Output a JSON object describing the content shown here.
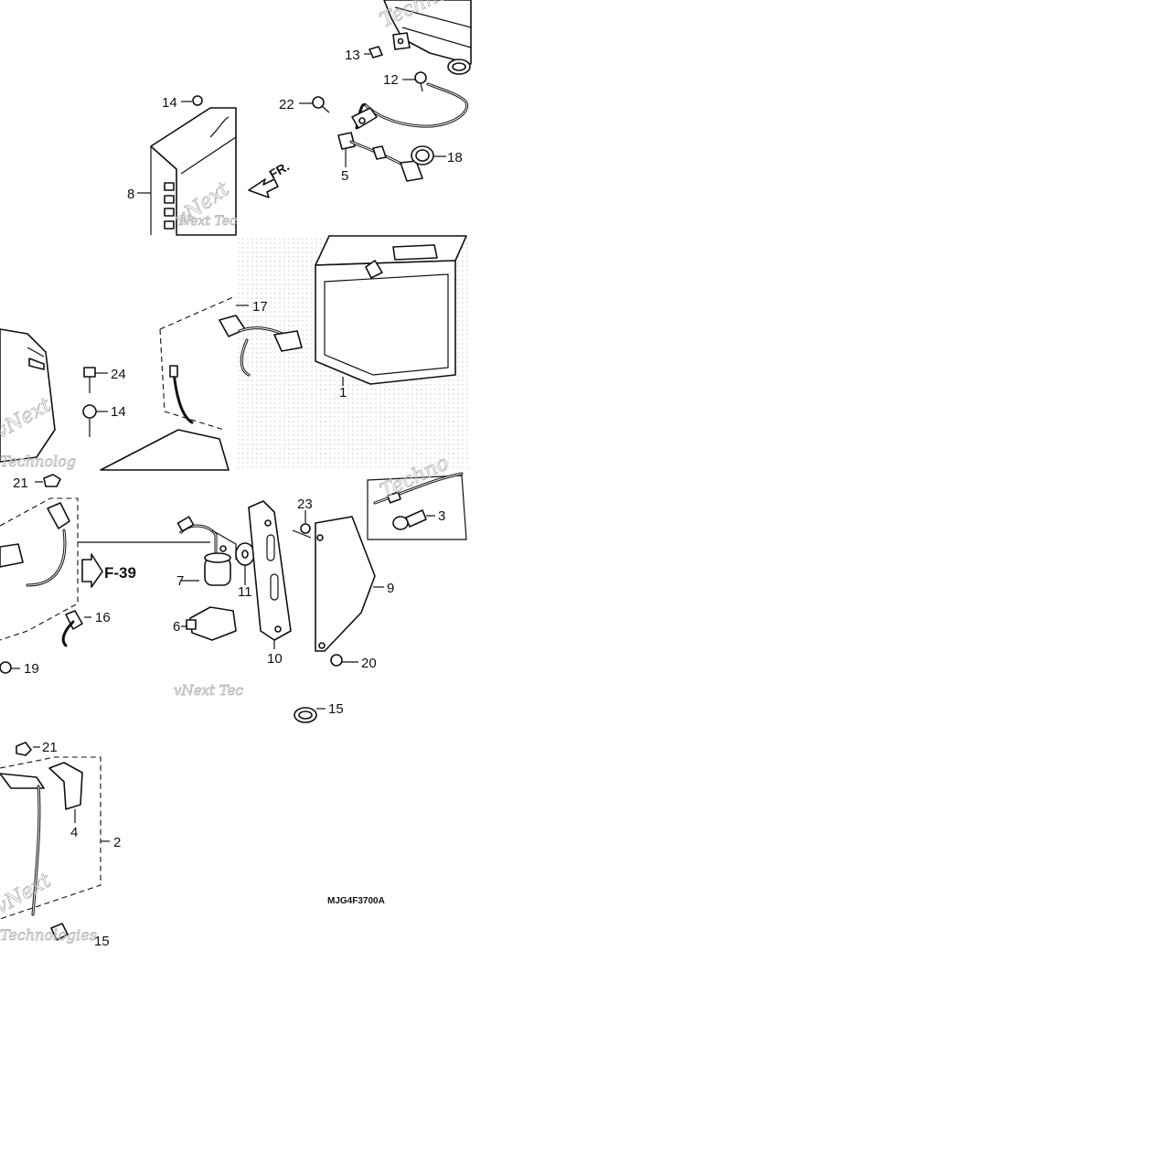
{
  "diagram": {
    "drawing_code": "MJG4F3700A",
    "front_marker": "FR.",
    "reference": "F-39",
    "watermark_texts": [
      "vNext",
      "Techno",
      "Technologies",
      "Next Tec",
      "Technolog",
      "vNext Tec"
    ],
    "callouts": [
      {
        "id": "c13",
        "label": "13"
      },
      {
        "id": "c12",
        "label": "12"
      },
      {
        "id": "c14a",
        "label": "14"
      },
      {
        "id": "c22",
        "label": "22"
      },
      {
        "id": "c18",
        "label": "18"
      },
      {
        "id": "c5",
        "label": "5"
      },
      {
        "id": "c8",
        "label": "8"
      },
      {
        "id": "c17",
        "label": "17"
      },
      {
        "id": "c24",
        "label": "24"
      },
      {
        "id": "c14b",
        "label": "14"
      },
      {
        "id": "c1",
        "label": "1"
      },
      {
        "id": "c21a",
        "label": "21"
      },
      {
        "id": "c23",
        "label": "23"
      },
      {
        "id": "c3",
        "label": "3"
      },
      {
        "id": "c7",
        "label": "7"
      },
      {
        "id": "c11",
        "label": "11"
      },
      {
        "id": "c9",
        "label": "9"
      },
      {
        "id": "c16",
        "label": "16"
      },
      {
        "id": "c6",
        "label": "6"
      },
      {
        "id": "c10",
        "label": "10"
      },
      {
        "id": "c20",
        "label": "20"
      },
      {
        "id": "c19",
        "label": "19"
      },
      {
        "id": "c15a",
        "label": "15"
      },
      {
        "id": "c21b",
        "label": "21"
      },
      {
        "id": "c4",
        "label": "4"
      },
      {
        "id": "c2",
        "label": "2"
      },
      {
        "id": "c15b",
        "label": "15"
      }
    ]
  }
}
